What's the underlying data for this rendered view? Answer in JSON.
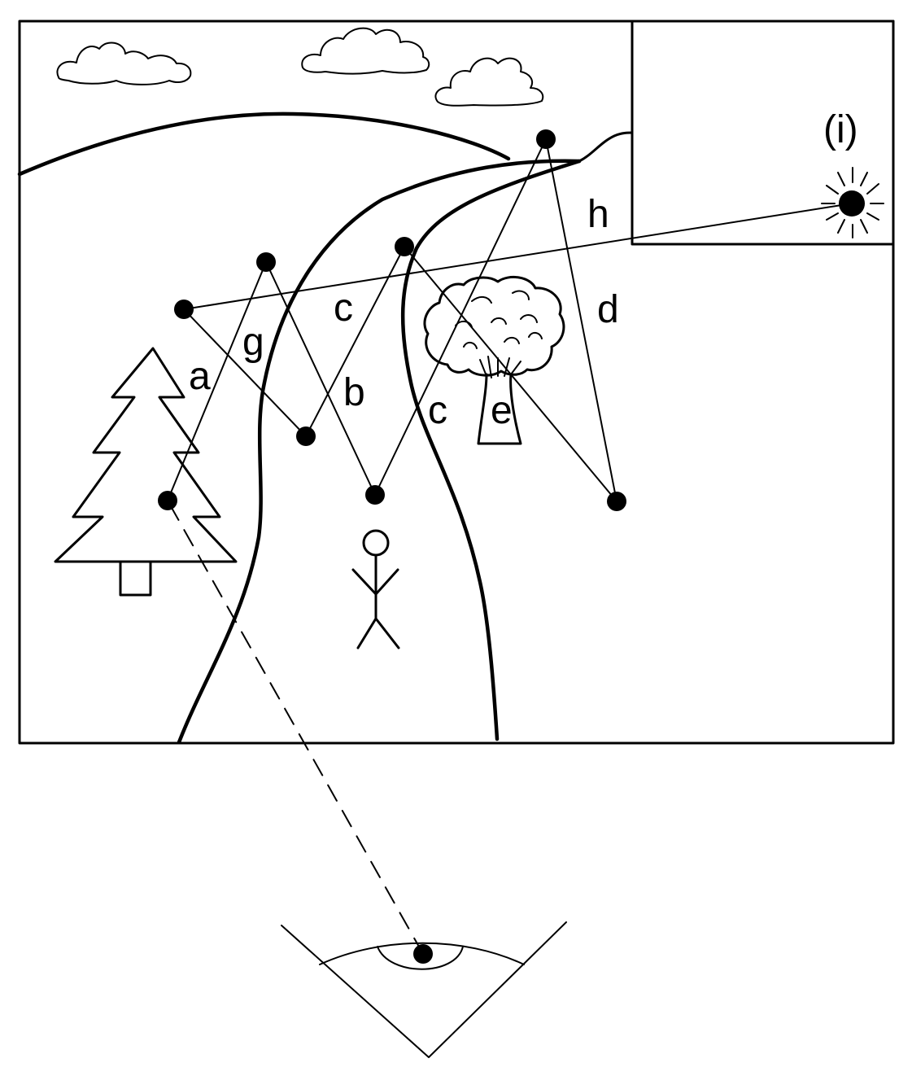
{
  "labels": {
    "a": "a",
    "b": "b",
    "c_upper": "c",
    "c_lower": "c",
    "d": "d",
    "e": "e",
    "g": "g",
    "h": "h",
    "i": "(i)"
  },
  "colors": {
    "ink": "#000000",
    "background": "#ffffff"
  }
}
